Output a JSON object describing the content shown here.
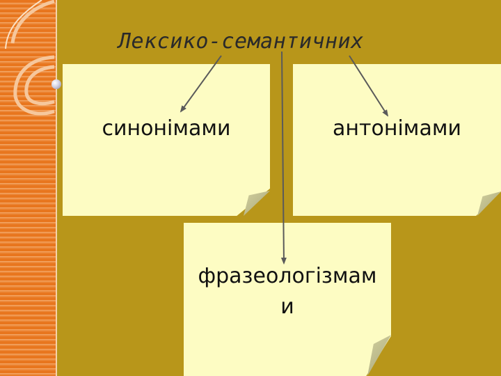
{
  "title": "Лексико-семантичних",
  "nodes": {
    "synonyms": "синонімами",
    "antonyms": "антонімами",
    "phraseologisms": "фразеологізмам\nи"
  },
  "colors": {
    "background": "#b8961a",
    "stripe": "#e8761e",
    "note": "#fdfcc3",
    "arrow": "#5a5a5a"
  }
}
